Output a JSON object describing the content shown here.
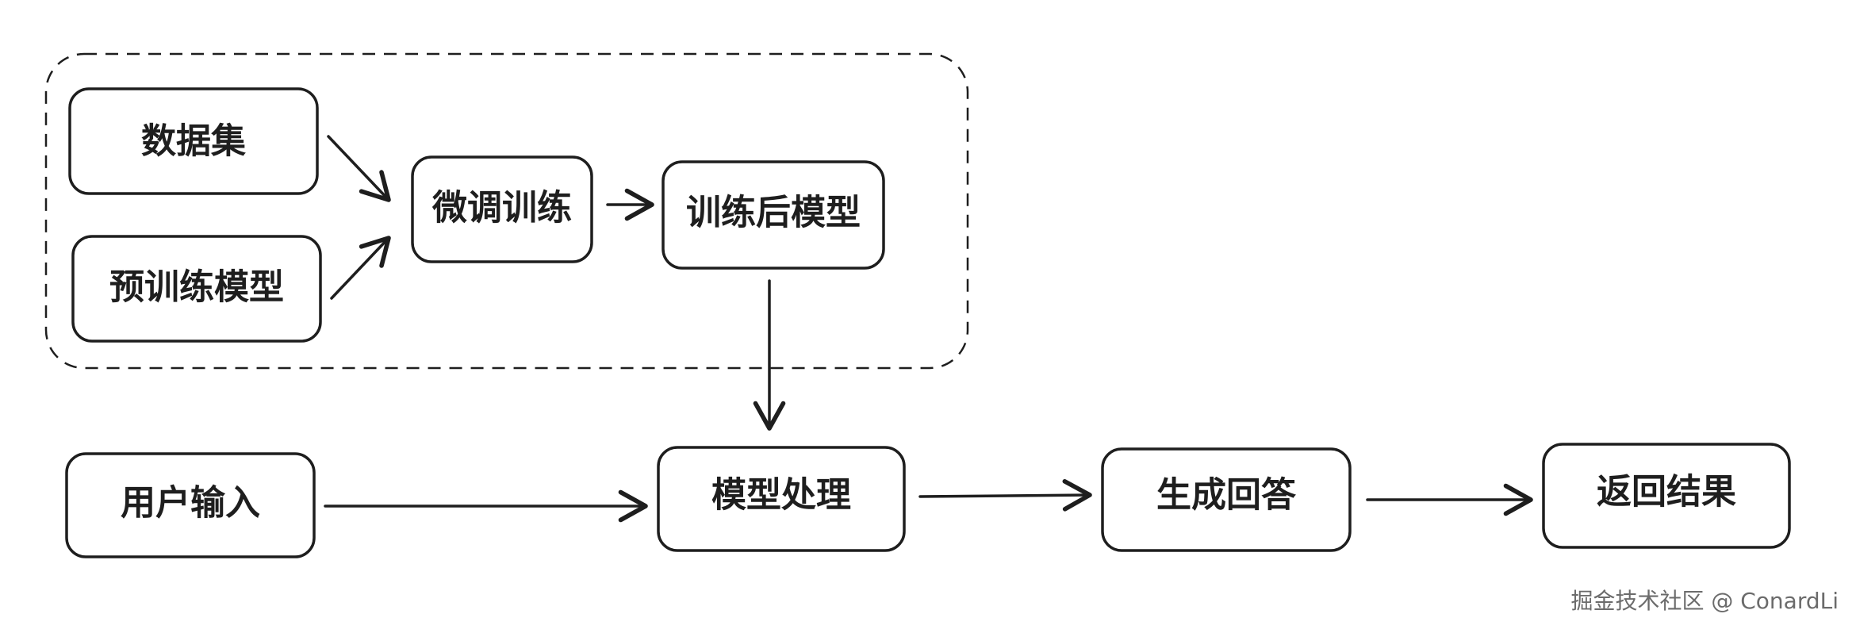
{
  "diagram": {
    "nodes": {
      "dataset": "数据集",
      "pretrained_model": "预训练模型",
      "fine_tuning": "微调训练",
      "trained_model": "训练后模型",
      "user_input": "用户输入",
      "model_processing": "模型处理",
      "generate_answer": "生成回答",
      "return_result": "返回结果"
    }
  },
  "watermark": "掘金技术社区 @ ConardLi",
  "colors": {
    "stroke": "#1e1e1e",
    "background": "#ffffff",
    "watermark": "#6b6b6b"
  }
}
